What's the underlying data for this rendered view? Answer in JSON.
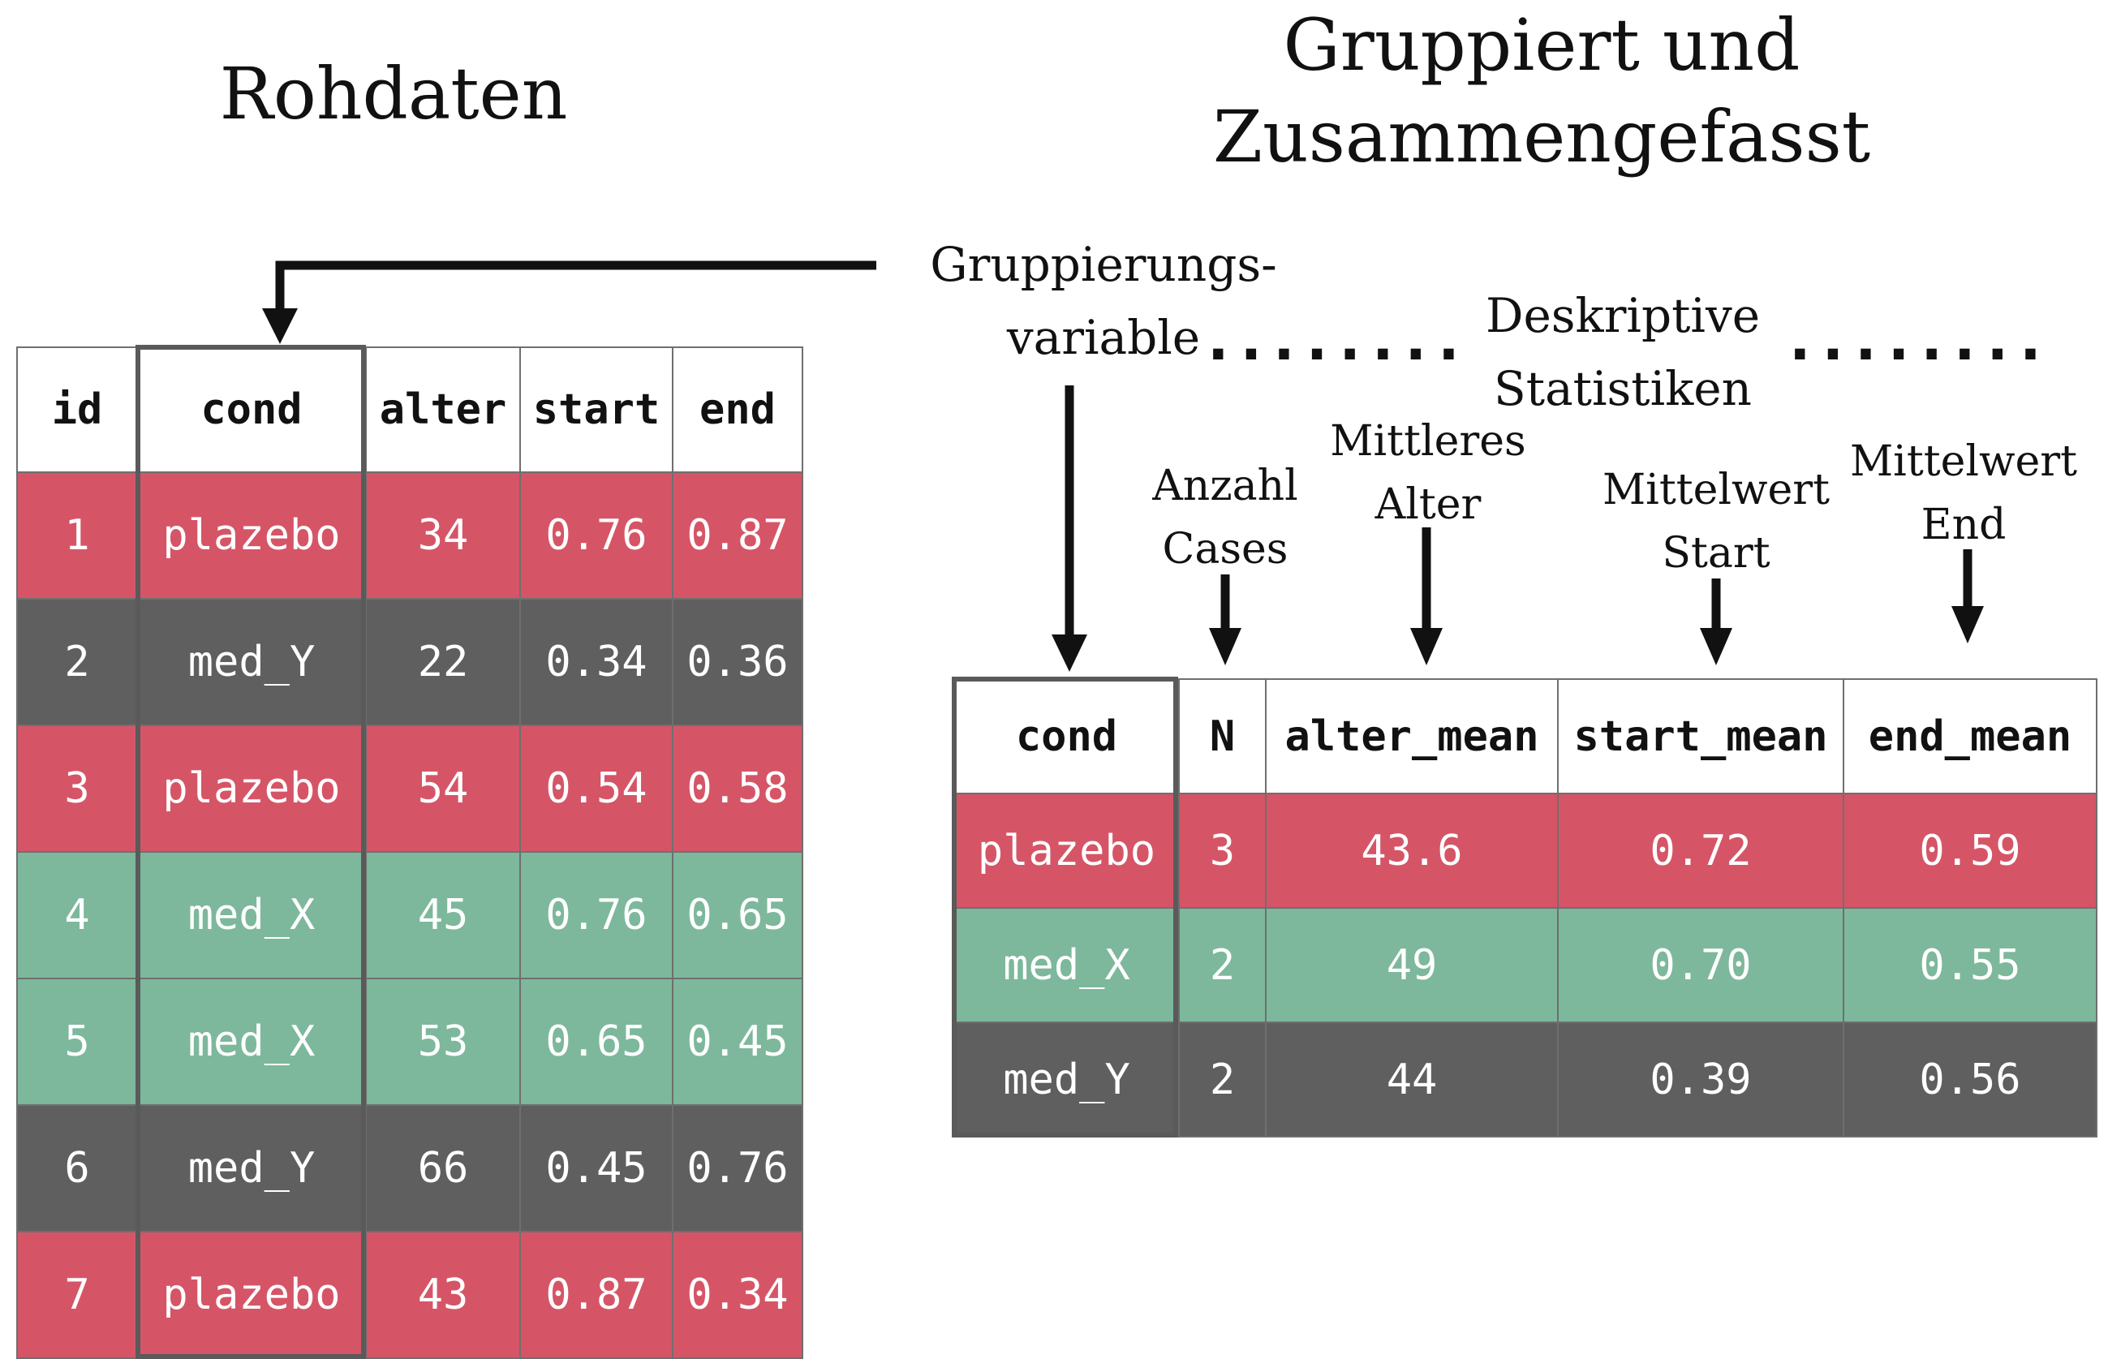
{
  "colors": {
    "plazebo": "#d55567",
    "med_X": "#7db89c",
    "med_Y": "#5f5f5f",
    "header_bg": "#ffffff",
    "text_dark": "#111111",
    "text_light": "#ffffff"
  },
  "left_title": "Rohdaten",
  "right_title": [
    "Gruppiert und",
    "Zusammengefasst"
  ],
  "annotations": {
    "grouping_variable": [
      "Gruppierungs-",
      "variable"
    ],
    "descriptive_stats": [
      "Deskriptive",
      "Statistiken"
    ],
    "dots": "........",
    "count": [
      "Anzahl",
      "Cases"
    ],
    "mean_age": [
      "Mittleres",
      "Alter"
    ],
    "mean_start": [
      "Mittelwert",
      "Start"
    ],
    "mean_end": [
      "Mittelwert",
      "End"
    ]
  },
  "raw_table": {
    "columns": [
      "id",
      "cond",
      "alter",
      "start",
      "end"
    ],
    "rows": [
      {
        "id": "1",
        "cond": "plazebo",
        "alter": "34",
        "start": "0.76",
        "end": "0.87"
      },
      {
        "id": "2",
        "cond": "med_Y",
        "alter": "22",
        "start": "0.34",
        "end": "0.36"
      },
      {
        "id": "3",
        "cond": "plazebo",
        "alter": "54",
        "start": "0.54",
        "end": "0.58"
      },
      {
        "id": "4",
        "cond": "med_X",
        "alter": "45",
        "start": "0.76",
        "end": "0.65"
      },
      {
        "id": "5",
        "cond": "med_X",
        "alter": "53",
        "start": "0.65",
        "end": "0.45"
      },
      {
        "id": "6",
        "cond": "med_Y",
        "alter": "66",
        "start": "0.45",
        "end": "0.76"
      },
      {
        "id": "7",
        "cond": "plazebo",
        "alter": "43",
        "start": "0.87",
        "end": "0.34"
      }
    ]
  },
  "summary_table": {
    "columns": [
      "cond",
      "N",
      "alter_mean",
      "start_mean",
      "end_mean"
    ],
    "rows": [
      {
        "cond": "plazebo",
        "N": "3",
        "alter_mean": "43.6",
        "start_mean": "0.72",
        "end_mean": "0.59"
      },
      {
        "cond": "med_X",
        "N": "2",
        "alter_mean": "49",
        "start_mean": "0.70",
        "end_mean": "0.55"
      },
      {
        "cond": "med_Y",
        "N": "2",
        "alter_mean": "44",
        "start_mean": "0.39",
        "end_mean": "0.56"
      }
    ]
  }
}
